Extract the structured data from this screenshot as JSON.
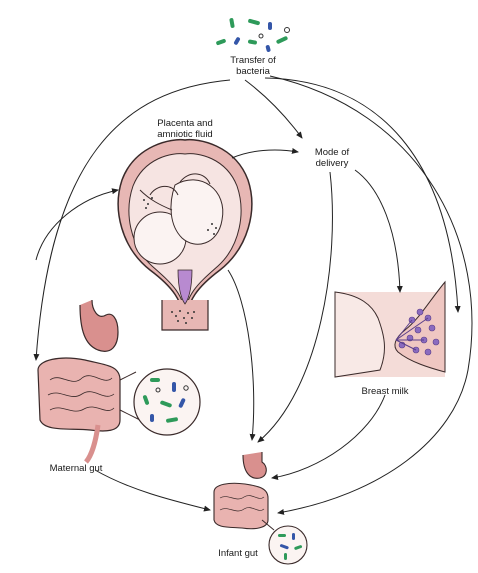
{
  "labels": {
    "transfer": "Transfer of\nbacteria",
    "placenta": "Placenta and\namniotic fluid",
    "delivery": "Mode of\ndelivery",
    "breast_milk": "Breast milk",
    "maternal_gut": "Maternal gut",
    "infant_gut": "Infant gut"
  },
  "colors": {
    "bacteria_green": "#2e9a5a",
    "bacteria_blue": "#3456a8",
    "tissue_pink": "#e7b7b4",
    "organ_pink": "#d9908e",
    "uterus_inner": "#f3d6d3",
    "milk_purple": "#8b6bbf",
    "arrow": "#222222"
  }
}
